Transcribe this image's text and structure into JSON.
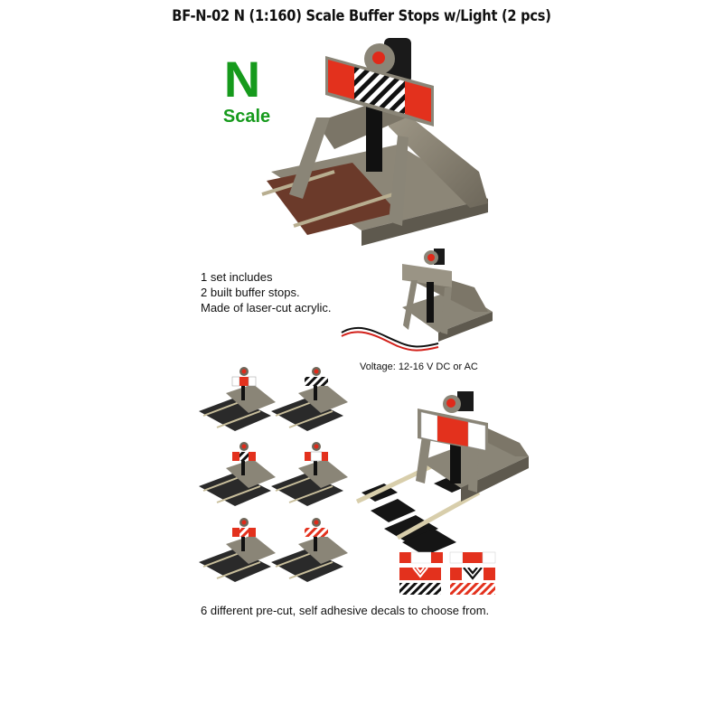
{
  "header": {
    "title": "BF-N-02 N (1:160) Scale Buffer Stops w/Light (2 pcs)"
  },
  "badge": {
    "letter": "N",
    "label": "Scale",
    "color": "#169a1c"
  },
  "description": {
    "lines": [
      "1 set includes",
      "2 built buffer stops.",
      "Made of laser-cut acrylic."
    ]
  },
  "specs": {
    "voltage": "Voltage: 12-16 V DC or AC"
  },
  "images": {
    "hero": "buffer-stop-hero-render",
    "wired": "buffer-stop-with-wires",
    "variants": [
      {
        "decal": "white-red-white"
      },
      {
        "decal": "black-white-stripes"
      },
      {
        "decal": "red-chevron-black-red"
      },
      {
        "decal": "red-white-red"
      },
      {
        "decal": "red-chevron-white-red"
      },
      {
        "decal": "red-white-stripes"
      }
    ],
    "large": "buffer-stop-white-red-white"
  },
  "decals": {
    "items": [
      {
        "name": "red-white-red"
      },
      {
        "name": "white-red-white"
      },
      {
        "name": "red-chevron-red"
      },
      {
        "name": "red-black-chevron-red"
      },
      {
        "name": "black-white-stripes"
      },
      {
        "name": "red-white-stripes"
      }
    ]
  },
  "footer": {
    "caption": "6 different pre-cut, self adhesive decals to choose from."
  },
  "colors": {
    "red": "#e3311d",
    "gray": "#8a8577",
    "dark_gray": "#5f5b51",
    "brown": "#6b3a2a",
    "rail": "#c9bf9c",
    "black": "#111111"
  }
}
